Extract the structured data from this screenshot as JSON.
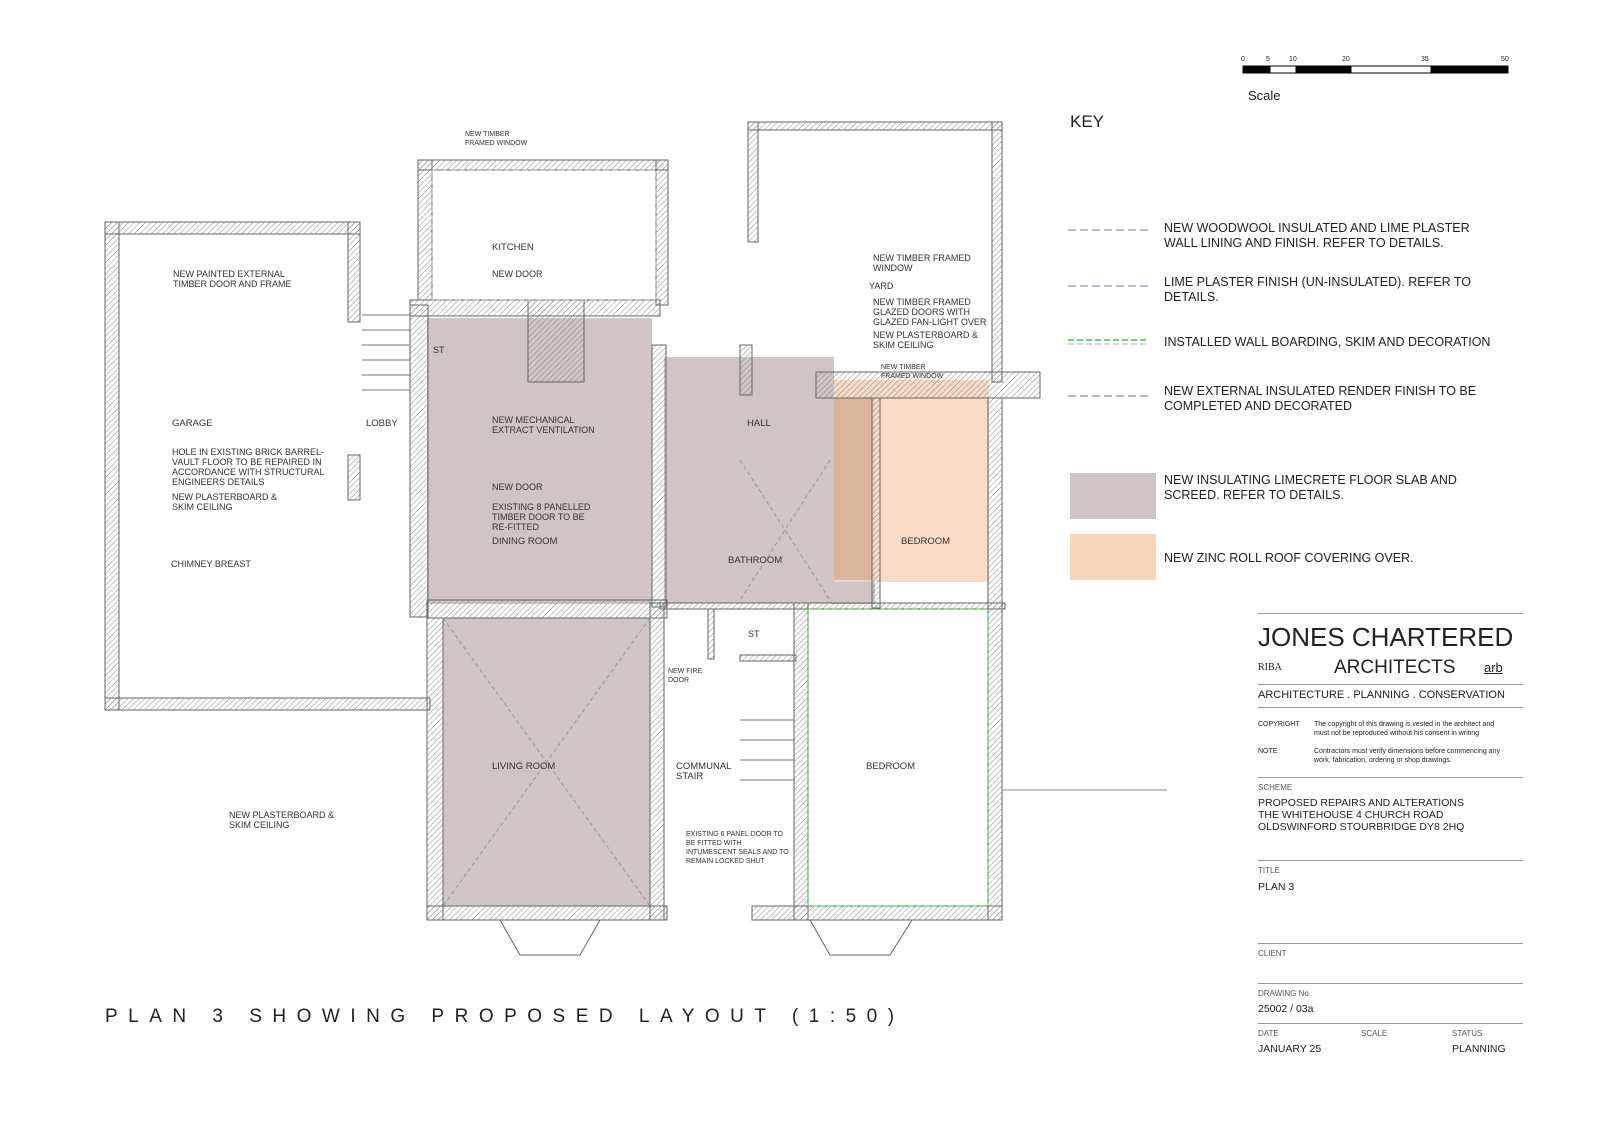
{
  "colors": {
    "limecrete": "#cfc5c5",
    "zinc": "#f6d5bd",
    "wall": "#777777",
    "green": "#33cc33"
  },
  "scale": {
    "ticks": [
      "0",
      "5",
      "10",
      "20",
      "35",
      "50"
    ],
    "label": "Scale"
  },
  "key": {
    "title": "KEY",
    "items": [
      "NEW WOODWOOL INSULATED AND LIME PLASTER\nWALL LINING AND FINISH.  REFER TO DETAILS.",
      "LIME PLASTER FINISH (UN-INSULATED).  REFER TO\nDETAILS.",
      "INSTALLED WALL BOARDING, SKIM AND DECORATION",
      "NEW EXTERNAL INSULATED RENDER FINISH TO BE\nCOMPLETED AND DECORATED",
      "NEW INSULATING LIMECRETE FLOOR SLAB AND\nSCREED. REFER TO DETAILS.",
      "NEW ZINC ROLL ROOF COVERING OVER."
    ]
  },
  "plan": {
    "labels": [
      "NEW TIMBER\nFRAMED WINDOW",
      "KITCHEN",
      "NEW DOOR",
      "NEW PAINTED EXTERNAL\nTIMBER DOOR AND FRAME",
      "ST",
      "GARAGE",
      "LOBBY",
      "NEW MECHANICAL\nEXTRACT VENTILATION",
      "HALL",
      "HOLE IN EXISTING BRICK BARREL-\nVAULT FLOOR TO BE REPAIRED IN\nACCORDANCE WITH STRUCTURAL\nENGINEERS DETAILS",
      "NEW DOOR",
      "NEW PLASTERBOARD &\nSKIM CEILING",
      "EXISTING 8 PANELLED\nTIMBER  DOOR TO BE\nRE-FITTED",
      "DINING ROOM",
      "BATHROOM",
      "BEDROOM",
      "CHIMNEY BREAST",
      "ST",
      "NEW FIRE\nDOOR",
      "COMMUNAL\nSTAIR",
      "LIVING ROOM",
      "BEDROOM",
      "NEW PLASTERBOARD &\nSKIM CEILING",
      "EXISTING 6 PANEL DOOR TO\nBE FITTED WITH\nINTUMESCENT SEALS AND TO\nREMAIN LOCKED SHUT",
      "NEW TIMBER FRAMED\nWINDOW",
      "YARD",
      "NEW TIMBER FRAMED\nGLAZED DOORS WITH\nGLAZED FAN-LIGHT OVER",
      "NEW PLASTERBOARD &\nSKIM CEILING",
      "NEW TIMBER\nFRAMED WINDOW"
    ],
    "title": "PLAN 3 SHOWING PROPOSED LAYOUT (1:50)"
  },
  "titleblock": {
    "firm1": "JONES CHARTERED",
    "firm2": "ARCHITECTS",
    "riba": "RIBA",
    "arb": "arb",
    "tagline": "ARCHITECTURE . PLANNING . CONSERVATION",
    "copyright_label": "COPYRIGHT",
    "copyright": "The copyright of this drawing is vested in the architect and\nmust not be reproduced without his consent in writing",
    "note_label": "NOTE",
    "note": "Contractors must verify dimensions before commencing any\nwork, fabrication, ordering or shop drawings.",
    "scheme_label": "SCHEME",
    "scheme": "PROPOSED REPAIRS AND ALTERATIONS\nTHE WHITEHOUSE 4 CHURCH ROAD\nOLDSWINFORD STOURBRIDGE DY8 2HQ",
    "title_label": "TITLE",
    "title": "PLAN 3",
    "client_label": "CLIENT",
    "drawing_label": "DRAWING No.",
    "drawing": "25002 / 03a",
    "date_label": "DATE",
    "date": "JANUARY 25",
    "scale_label": "SCALE",
    "status_label": "STATUS",
    "status": "PLANNING"
  }
}
